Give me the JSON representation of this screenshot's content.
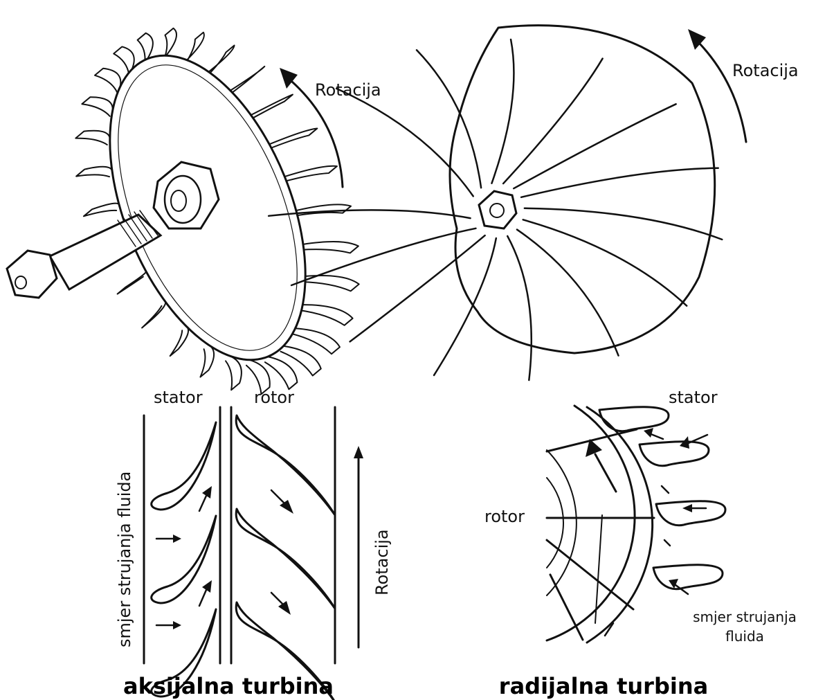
{
  "axial": {
    "rotation_label": "Rotacija",
    "stator_label": "stator",
    "rotor_label": "rotor",
    "flow_label": "smjer strujanja fluida",
    "rotation_label_vertical": "Rotacija",
    "title": "aksijalna turbina"
  },
  "radial": {
    "rotation_label": "Rotacija",
    "stator_label": "stator",
    "rotor_label": "rotor",
    "flow_label_line1": "smjer strujanja",
    "flow_label_line2": "fluida",
    "title": "radijalna turbina"
  },
  "icons": {
    "axial_wheel": "axial-turbine-wheel-icon",
    "radial_wheel": "radial-turbine-wheel-icon",
    "rotation_arrow": "curved-arrow-icon",
    "flow_arrow": "arrow-icon"
  },
  "colors": {
    "ink": "#111111",
    "background": "#ffffff"
  }
}
